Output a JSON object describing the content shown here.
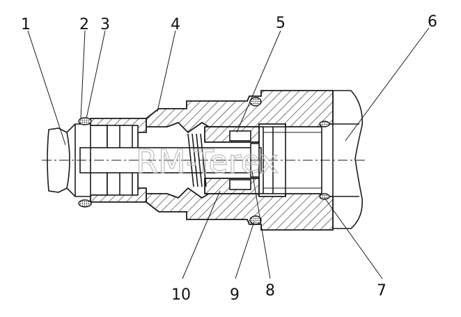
{
  "callouts": [
    {
      "id": "1",
      "label": "1"
    },
    {
      "id": "2",
      "label": "2"
    },
    {
      "id": "3",
      "label": "3"
    },
    {
      "id": "4",
      "label": "4"
    },
    {
      "id": "5",
      "label": "5"
    },
    {
      "id": "6",
      "label": "6"
    },
    {
      "id": "7",
      "label": "7"
    },
    {
      "id": "8",
      "label": "8"
    },
    {
      "id": "9",
      "label": "9"
    },
    {
      "id": "10",
      "label": "10"
    }
  ],
  "watermark": "RM-Terex"
}
